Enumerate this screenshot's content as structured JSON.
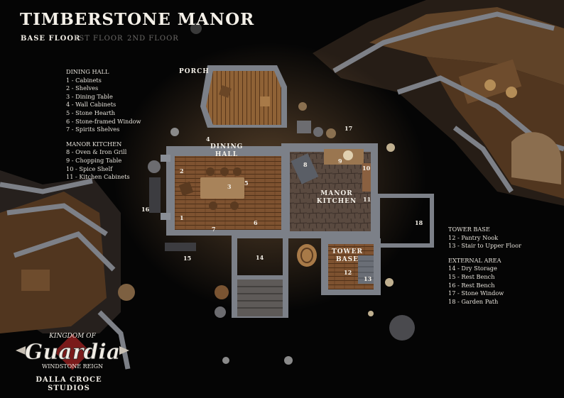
{
  "title": "TIMBERSTONE MANOR",
  "floor_tabs": [
    {
      "label": "BASE FLOOR",
      "active": true
    },
    {
      "label": "1ST FLOOR",
      "active": false
    },
    {
      "label": "2ND FLOOR",
      "active": false
    }
  ],
  "legend_left": {
    "dining_hall": {
      "heading": "DINING HALL",
      "items": [
        "1 - Cabinets",
        "2 - Shelves",
        "3 - Dining Table",
        "4 - Wall Cabinets",
        "5 - Stone Hearth",
        "6 - Stone-framed Window",
        "7 - Spirits Shelves"
      ]
    },
    "manor_kitchen": {
      "heading": "MANOR KITCHEN",
      "items": [
        "8 - Oven & Iron Grill",
        "9 - Chopping Table",
        "10 - Spice Shelf",
        "11 - Kitchen Cabinets"
      ]
    }
  },
  "legend_right": {
    "tower_base": {
      "heading": "TOWER BASE",
      "items": [
        "12 - Pantry Nook",
        "13 - Stair to Upper Floor"
      ]
    },
    "external_area": {
      "heading": "EXTERNAL AREA",
      "items": [
        "14 - Dry Storage",
        "15 - Rest Bench",
        "16 - Rest Bench",
        "17 - Stone Window",
        "18 - Garden Path"
      ]
    }
  },
  "map_labels": {
    "porch": "PORCH",
    "dining_hall": "DINING HALL",
    "manor_kitchen": "MANOR KITCHEN",
    "tower_base": "TOWER BASE"
  },
  "map_numbers": [
    "1",
    "2",
    "3",
    "4",
    "5",
    "6",
    "7",
    "8",
    "9",
    "10",
    "11",
    "12",
    "13",
    "14",
    "15",
    "16",
    "17",
    "18"
  ],
  "brand": {
    "logo_top": "KINGDOM OF",
    "logo_main": "Guardia",
    "logo_bottom": "WINDSTONE REIGN",
    "studio_line1": "DALLA CROCE",
    "studio_line2": "STUDIOS"
  },
  "colors": {
    "background": "#050505",
    "wall": "#7c8088",
    "wood_floor": "#8a5a30",
    "stone_floor": "#5e4e44",
    "text": "#e8e4dc"
  }
}
